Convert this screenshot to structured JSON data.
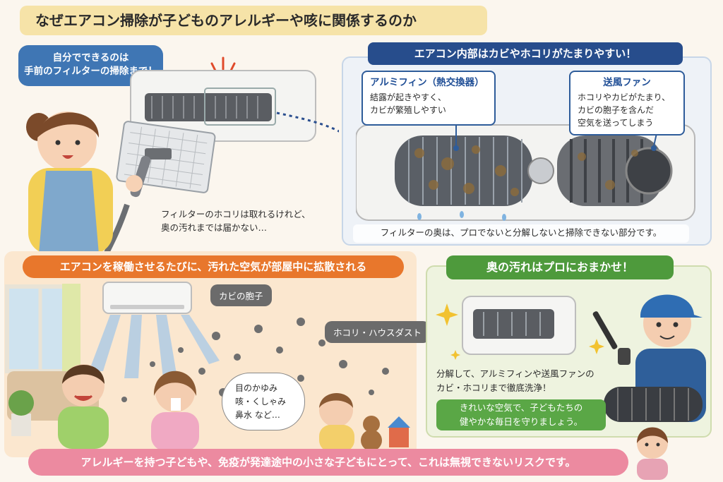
{
  "title": "なぜエアコン掃除が子どものアレルギーや咳に関係するのか",
  "left_top": {
    "self_bubble": [
      "自分でできるのは",
      "手前のフィルターの掃除まで！"
    ],
    "caption": [
      "フィルターのホコリは取れるけれど、",
      "奥の汚れまでは届かない…"
    ]
  },
  "inside": {
    "header": "エアコン内部はカビやホコリがたまりやすい！",
    "fin": {
      "title": "アルミフィン（熱交換器）",
      "lines": [
        "結露が起きやすく、",
        "カビが繁殖しやすい"
      ]
    },
    "fan": {
      "title": "送風ファン",
      "lines": [
        "ホコリやカビがたまり、",
        "カビの胞子を含んだ",
        "空気を送ってしまう"
      ]
    },
    "note": "フィルターの奥は、プロでないと分解しないと掃除できない部分です。"
  },
  "spread": {
    "header": "エアコンを稼働させるたびに、汚れた空気が部屋中に拡散される",
    "tag_mold": "カビの胞子",
    "tag_dust": "ホコリ・ハウスダスト",
    "symptoms": [
      "目のかゆみ",
      "咳・くしゃみ",
      "鼻水  など…"
    ]
  },
  "pro": {
    "header": "奥の汚れはプロにおまかせ！",
    "text": [
      "分解して、アルミフィンや送風ファンの",
      "カビ・ホコリまで徹底洗浄！"
    ],
    "green": [
      "きれいな空気で、子どもたちの",
      "健やかな毎日を守りましょう。"
    ]
  },
  "bottom": "アレルギーを持つ子どもや、免疫が発達途中の小さな子どもにとって、これは無視できないリスクです。",
  "colors": {
    "blue": "#274d8c",
    "orange": "#e8772c",
    "green": "#4e9a3c",
    "pink": "#ec8aa0",
    "title_bg": "#f6e3a8"
  }
}
